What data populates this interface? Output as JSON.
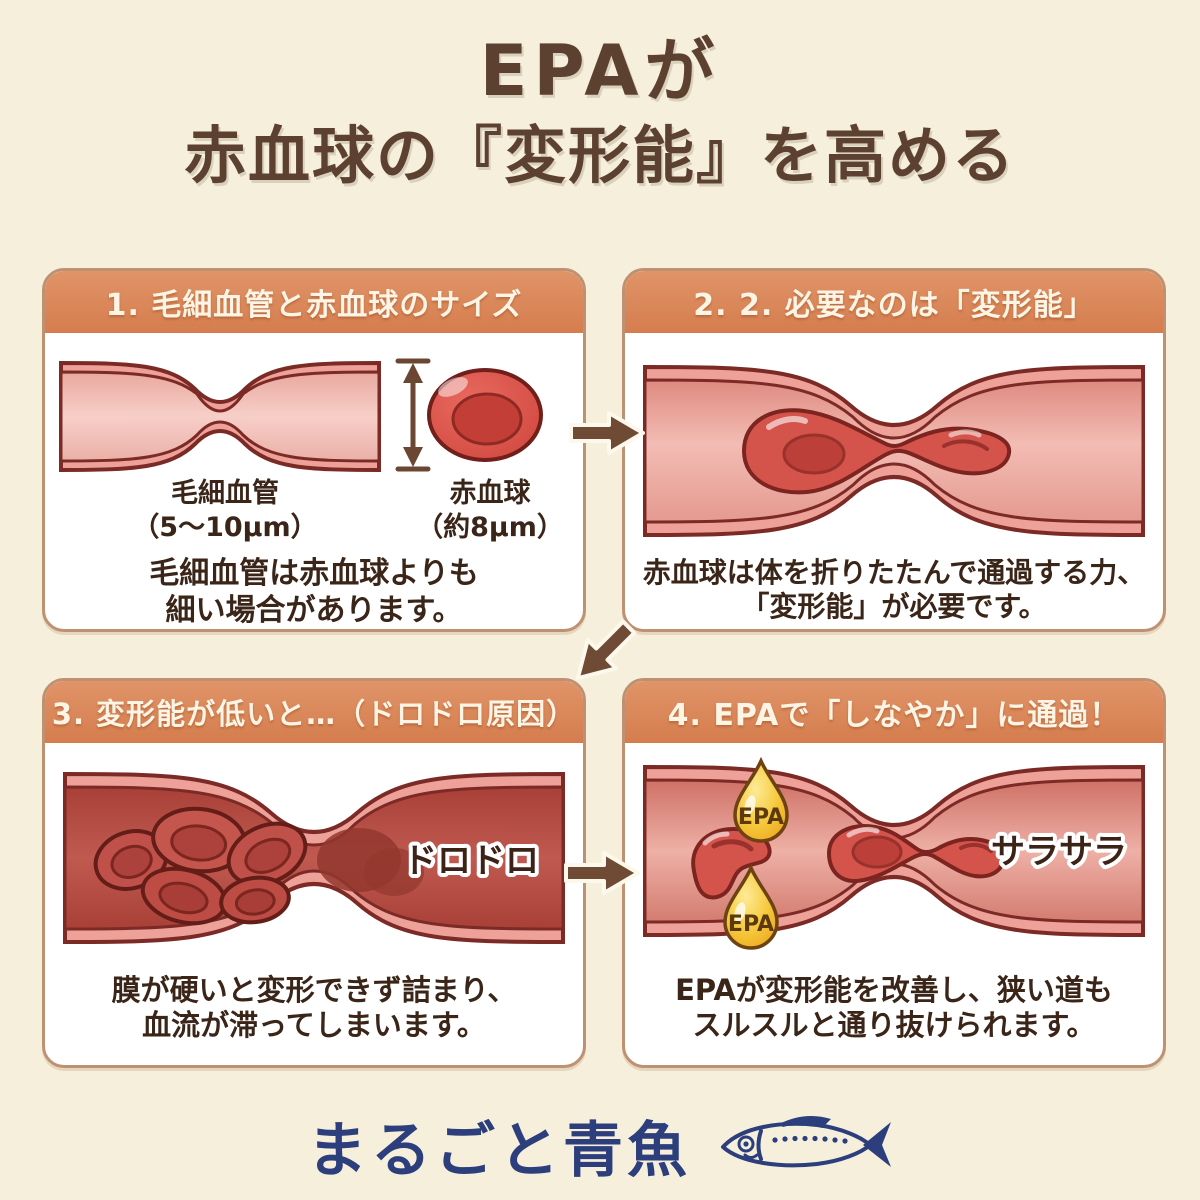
{
  "title": {
    "line1": "EPAが",
    "line2": "赤血球の『変形能』を高める"
  },
  "panels": [
    {
      "header": "1. 毛細血管と赤血球のサイズ",
      "capillary_label": "毛細血管",
      "capillary_size": "（5〜10μm）",
      "rbc_label": "赤血球",
      "rbc_size": "（約8μm）",
      "caption1": "毛細血管は赤血球よりも",
      "caption2": "細い場合があります。"
    },
    {
      "header": "2. 2. 必要なのは「変形能」",
      "caption1": "赤血球は体を折りたたんで通過する力、",
      "caption2": "「変形能」が必要です。"
    },
    {
      "header": "3. 変形能が低いと…（ドロドロ原因）",
      "flow_label": "ドロドロ",
      "caption1": "膜が硬いと変形できず詰まり、",
      "caption2": "血流が滞ってしまいます。"
    },
    {
      "header": "4. EPAで「しなやか」に通過！",
      "flow_label": "サラサラ",
      "droplet_label": "EPA",
      "caption1": "EPAが変形能を改善し、狭い道も",
      "caption2": "スルスルと通り抜けられます。"
    }
  ],
  "footer": {
    "brand": "まるごと青魚"
  },
  "colors": {
    "background": "#f6efdb",
    "panel_header_orange": "#dc8757",
    "title_brown": "#5d4130",
    "caption_brown": "#3a2518",
    "arrow_brown": "#6f4a34",
    "brand_navy": "#2c3e7c",
    "epa_gold": "#f4c337",
    "blood_red": "#d85048"
  }
}
